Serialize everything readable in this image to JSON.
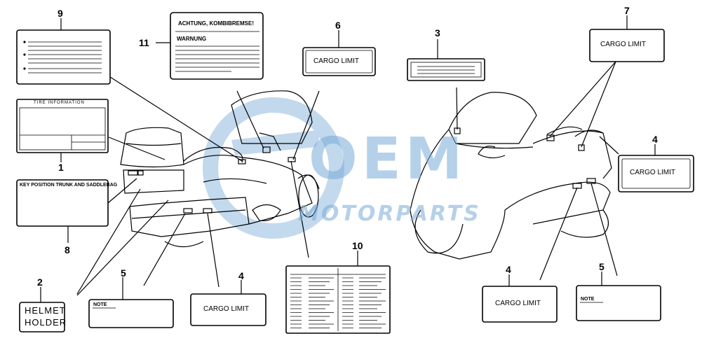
{
  "callouts": {
    "c1": "1",
    "c2": "2",
    "c3": "3",
    "c4a": "4",
    "c4b": "4",
    "c4c": "4",
    "c5a": "5",
    "c5b": "5",
    "c6": "6",
    "c7": "7",
    "c8": "8",
    "c9": "9",
    "c10": "10",
    "c11": "11"
  },
  "labels": {
    "cargo_limit": "CARGO LIMIT",
    "achtung": "ACHTUNG, KOMBIBREMSE!",
    "warnung": "WARNUNG",
    "tire_information": "TIRE INFORMATION",
    "key_position": "KEY POSITION TRUNK AND SADDLEBAG",
    "helmet_line1": "HELMET",
    "helmet_line2": "HOLDER",
    "note": "NOTE"
  },
  "watermark": {
    "logo": "OEM",
    "tagline": "MOTORPARTS"
  },
  "colors": {
    "line": "#000000",
    "watermark": "#7aaad7"
  }
}
